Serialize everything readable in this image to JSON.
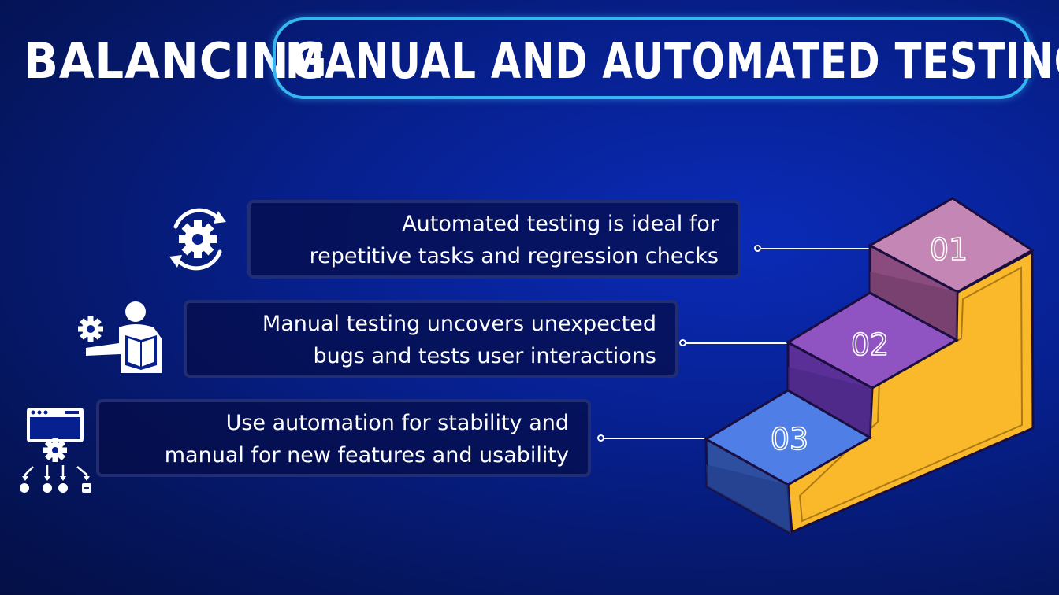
{
  "title": {
    "part1": "BALANCING",
    "part2": "MANUAL AND AUTOMATED TESTING"
  },
  "steps": [
    {
      "number": "01",
      "line1": "Automated testing is ideal for",
      "line2": "repetitive tasks and regression checks",
      "icon": "gear-cycle-icon",
      "step_color": "#c487b5"
    },
    {
      "number": "02",
      "line1": "Manual testing uncovers unexpected",
      "line2": "bugs and tests user interactions",
      "icon": "person-reading-gear-icon",
      "step_color": "#8f54c2"
    },
    {
      "number": "03",
      "line1": "Use automation for stability and",
      "line2": "manual for new features and usability",
      "icon": "workflow-automation-icon",
      "step_color": "#4f7fe6"
    }
  ],
  "colors": {
    "background": "#07208f",
    "pill_border": "#35b6f0",
    "stair_side": "#f9b92a"
  }
}
